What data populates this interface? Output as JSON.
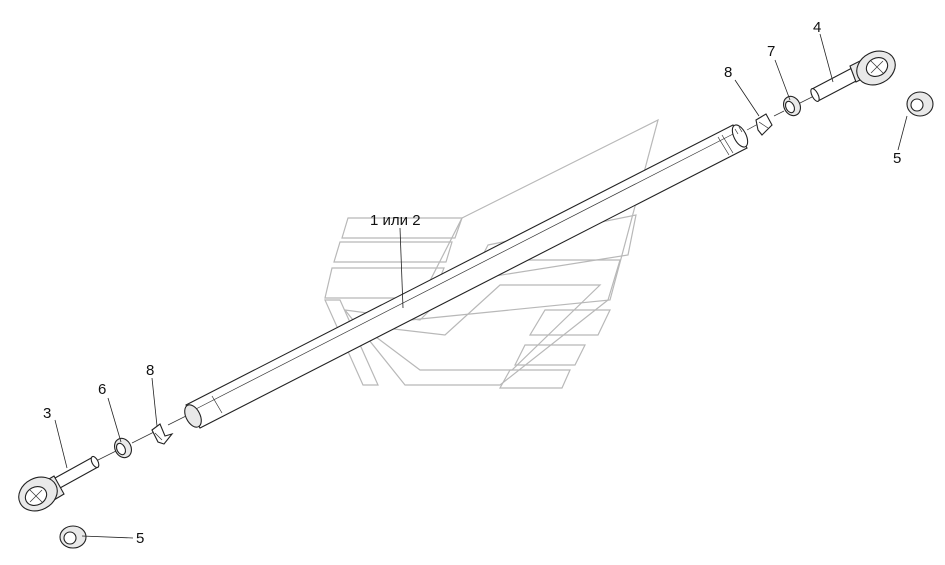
{
  "callouts": {
    "tube": "1 или 2",
    "left_tip": "3",
    "right_tip": "4",
    "ball_right": "5",
    "ball_left": "5",
    "nut_left": "6",
    "nut_right": "7",
    "washer_right": "8",
    "washer_left": "8"
  },
  "colors": {
    "line": "#222222",
    "watermark": "#b8b8b8",
    "background": "#ffffff"
  }
}
